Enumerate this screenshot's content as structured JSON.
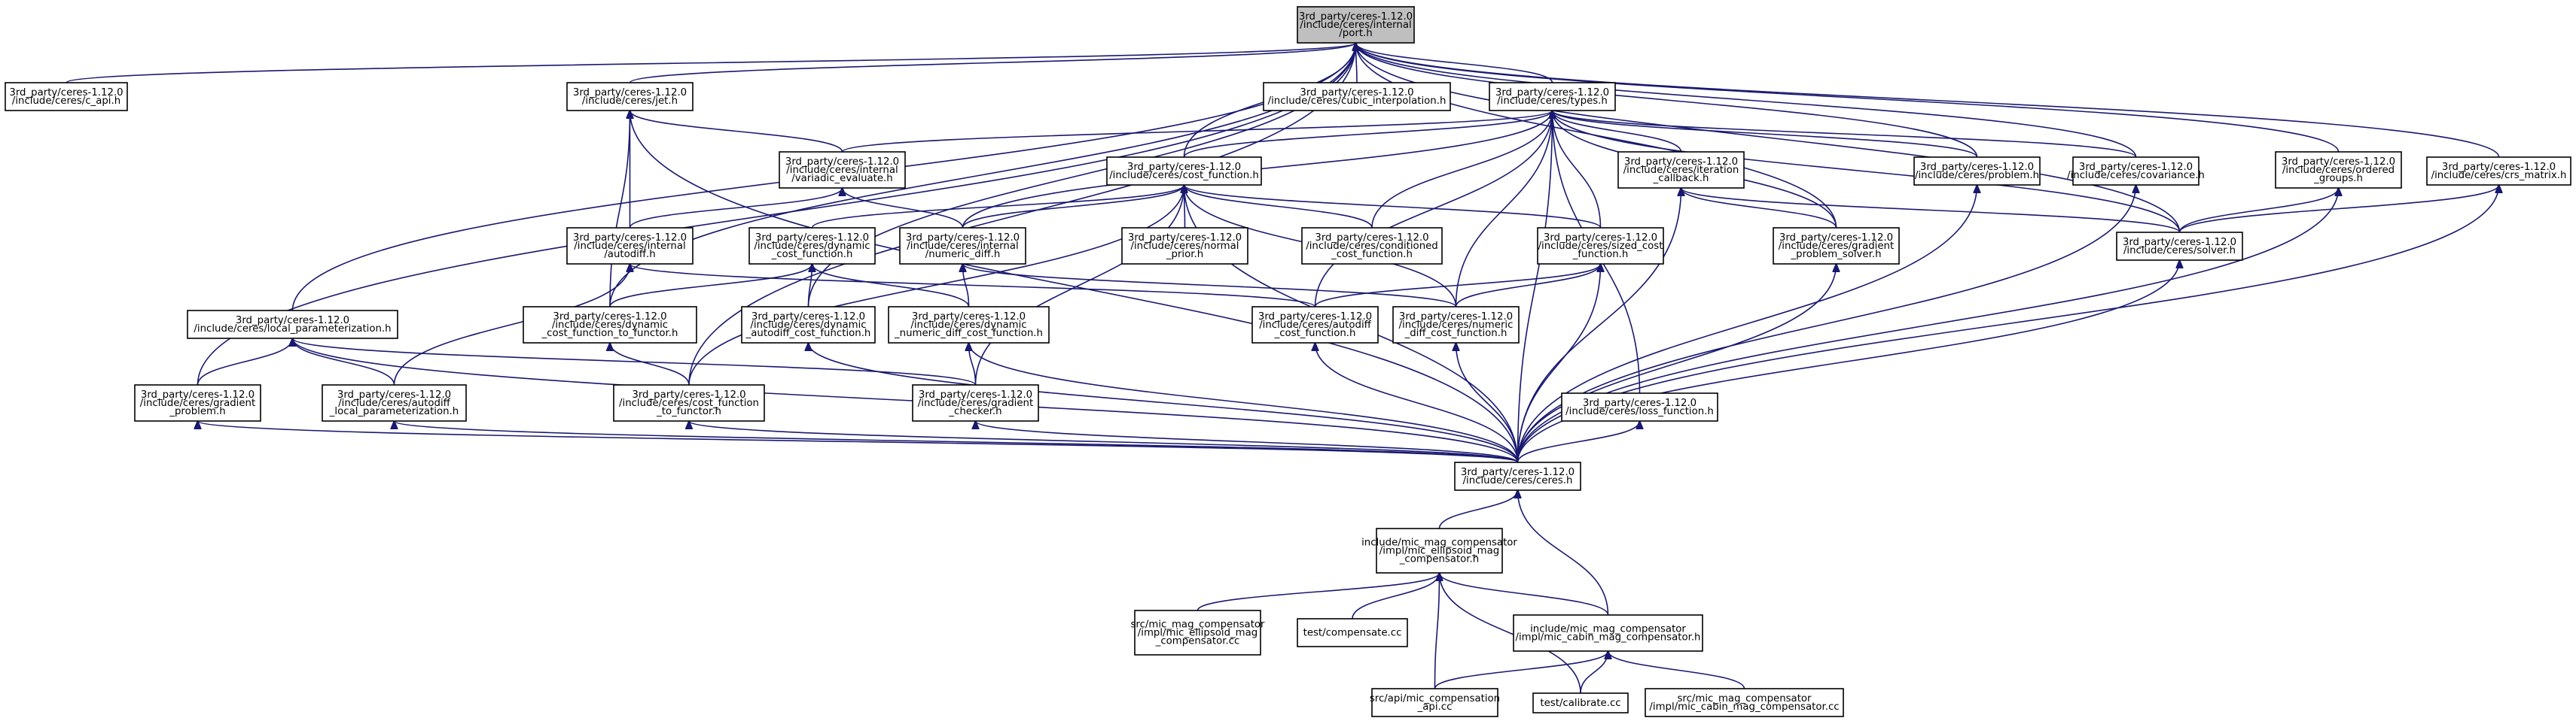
{
  "graph": {
    "colors": {
      "edge": "#191970",
      "node_border": "#000000",
      "root_fill": "#bfbfbf",
      "node_fill": "#ffffff"
    },
    "nodes": [
      {
        "id": "port",
        "lines": [
          "3rd_party/ceres-1.12.0",
          "/include/ceres/internal",
          "/port.h"
        ],
        "root": true
      },
      {
        "id": "c_api",
        "lines": [
          "3rd_party/ceres-1.12.0",
          "/include/ceres/c_api.h"
        ]
      },
      {
        "id": "jet",
        "lines": [
          "3rd_party/ceres-1.12.0",
          "/include/ceres/jet.h"
        ]
      },
      {
        "id": "cubic",
        "lines": [
          "3rd_party/ceres-1.12.0",
          "/include/ceres/cubic_interpolation.h"
        ]
      },
      {
        "id": "types",
        "lines": [
          "3rd_party/ceres-1.12.0",
          "/include/ceres/types.h"
        ]
      },
      {
        "id": "ordered",
        "lines": [
          "3rd_party/ceres-1.12.0",
          "/include/ceres/ordered",
          "_groups.h"
        ]
      },
      {
        "id": "crs",
        "lines": [
          "3rd_party/ceres-1.12.0",
          "/include/ceres/crs_matrix.h"
        ]
      },
      {
        "id": "variadic",
        "lines": [
          "3rd_party/ceres-1.12.0",
          "/include/ceres/internal",
          "/variadic_evaluate.h"
        ]
      },
      {
        "id": "costfn",
        "lines": [
          "3rd_party/ceres-1.12.0",
          "/include/ceres/cost_function.h"
        ]
      },
      {
        "id": "itercb",
        "lines": [
          "3rd_party/ceres-1.12.0",
          "/include/ceres/iteration",
          "_callback.h"
        ]
      },
      {
        "id": "problem",
        "lines": [
          "3rd_party/ceres-1.12.0",
          "/include/ceres/problem.h"
        ]
      },
      {
        "id": "covariance",
        "lines": [
          "3rd_party/ceres-1.12.0",
          "/include/ceres/covariance.h"
        ]
      },
      {
        "id": "autodiffint",
        "lines": [
          "3rd_party/ceres-1.12.0",
          "/include/ceres/internal",
          "/autodiff.h"
        ]
      },
      {
        "id": "dyncost",
        "lines": [
          "3rd_party/ceres-1.12.0",
          "/include/ceres/dynamic",
          "_cost_function.h"
        ]
      },
      {
        "id": "numdiff",
        "lines": [
          "3rd_party/ceres-1.12.0",
          "/include/ceres/internal",
          "/numeric_diff.h"
        ]
      },
      {
        "id": "normalprior",
        "lines": [
          "3rd_party/ceres-1.12.0",
          "/include/ceres/normal",
          "_prior.h"
        ]
      },
      {
        "id": "conditioned",
        "lines": [
          "3rd_party/ceres-1.12.0",
          "/include/ceres/conditioned",
          "_cost_function.h"
        ]
      },
      {
        "id": "sized",
        "lines": [
          "3rd_party/ceres-1.12.0",
          "/include/ceres/sized_cost",
          "_function.h"
        ]
      },
      {
        "id": "gradsolver",
        "lines": [
          "3rd_party/ceres-1.12.0",
          "/include/ceres/gradient",
          "_problem_solver.h"
        ]
      },
      {
        "id": "solver",
        "lines": [
          "3rd_party/ceres-1.12.0",
          "/include/ceres/solver.h"
        ]
      },
      {
        "id": "localparam",
        "lines": [
          "3rd_party/ceres-1.12.0",
          "/include/ceres/local_parameterization.h"
        ]
      },
      {
        "id": "dyn2functor",
        "lines": [
          "3rd_party/ceres-1.12.0",
          "/include/ceres/dynamic",
          "_cost_function_to_functor.h"
        ]
      },
      {
        "id": "dynauto",
        "lines": [
          "3rd_party/ceres-1.12.0",
          "/include/ceres/dynamic",
          "_autodiff_cost_function.h"
        ]
      },
      {
        "id": "dynnum",
        "lines": [
          "3rd_party/ceres-1.12.0",
          "/include/ceres/dynamic",
          "_numeric_diff_cost_function.h"
        ]
      },
      {
        "id": "autodiffcost",
        "lines": [
          "3rd_party/ceres-1.12.0",
          "/include/ceres/autodiff",
          "_cost_function.h"
        ]
      },
      {
        "id": "numcost",
        "lines": [
          "3rd_party/ceres-1.12.0",
          "/include/ceres/numeric",
          "_diff_cost_function.h"
        ]
      },
      {
        "id": "gradproblem",
        "lines": [
          "3rd_party/ceres-1.12.0",
          "/include/ceres/gradient",
          "_problem.h"
        ]
      },
      {
        "id": "autolocal",
        "lines": [
          "3rd_party/ceres-1.12.0",
          "/include/ceres/autodiff",
          "_local_parameterization.h"
        ]
      },
      {
        "id": "cf2functor",
        "lines": [
          "3rd_party/ceres-1.12.0",
          "/include/ceres/cost_function",
          "_to_functor.h"
        ]
      },
      {
        "id": "gradchecker",
        "lines": [
          "3rd_party/ceres-1.12.0",
          "/include/ceres/gradient",
          "_checker.h"
        ]
      },
      {
        "id": "loss",
        "lines": [
          "3rd_party/ceres-1.12.0",
          "/include/ceres/loss_function.h"
        ]
      },
      {
        "id": "ceres",
        "lines": [
          "3rd_party/ceres-1.12.0",
          "/include/ceres/ceres.h"
        ]
      },
      {
        "id": "ellipsoid",
        "lines": [
          "include/mic_mag_compensator",
          "/impl/mic_ellipsoid_mag",
          "_compensator.h"
        ]
      },
      {
        "id": "src_ellipsoid",
        "lines": [
          "src/mic_mag_compensator",
          "/impl/mic_ellipsoid_mag",
          "_compensator.cc"
        ]
      },
      {
        "id": "compensate",
        "lines": [
          "test/compensate.cc"
        ]
      },
      {
        "id": "cabin",
        "lines": [
          "include/mic_mag_compensator",
          "/impl/mic_cabin_mag_compensator.h"
        ]
      },
      {
        "id": "api",
        "lines": [
          "src/api/mic_compensation",
          "_api.cc"
        ]
      },
      {
        "id": "calibrate",
        "lines": [
          "test/calibrate.cc"
        ]
      },
      {
        "id": "src_cabin",
        "lines": [
          "src/mic_mag_compensator",
          "/impl/mic_cabin_mag_compensator.cc"
        ]
      }
    ],
    "edges": [
      [
        "c_api",
        "port"
      ],
      [
        "jet",
        "port"
      ],
      [
        "cubic",
        "port"
      ],
      [
        "types",
        "port"
      ],
      [
        "ordered",
        "port"
      ],
      [
        "crs",
        "port"
      ],
      [
        "costfn",
        "port"
      ],
      [
        "problem",
        "port"
      ],
      [
        "covariance",
        "port"
      ],
      [
        "localparam",
        "port"
      ],
      [
        "dyn2functor",
        "port"
      ],
      [
        "dynauto",
        "port"
      ],
      [
        "gradproblem",
        "port"
      ],
      [
        "cf2functor",
        "port"
      ],
      [
        "gradsolver",
        "port"
      ],
      [
        "solver",
        "port"
      ],
      [
        "autodiffint",
        "jet"
      ],
      [
        "ceres",
        "jet"
      ],
      [
        "variadic",
        "jet"
      ],
      [
        "dyn2functor",
        "jet"
      ],
      [
        "variadic",
        "types"
      ],
      [
        "costfn",
        "types"
      ],
      [
        "itercb",
        "types"
      ],
      [
        "problem",
        "types"
      ],
      [
        "covariance",
        "types"
      ],
      [
        "solver",
        "types"
      ],
      [
        "conditioned",
        "types"
      ],
      [
        "sized",
        "types"
      ],
      [
        "numdiff",
        "types"
      ],
      [
        "gradsolver",
        "types"
      ],
      [
        "autodiffcost",
        "types"
      ],
      [
        "numcost",
        "types"
      ],
      [
        "loss",
        "types"
      ],
      [
        "ceres",
        "types"
      ],
      [
        "autodiffint",
        "variadic"
      ],
      [
        "numdiff",
        "variadic"
      ],
      [
        "dyncost",
        "costfn"
      ],
      [
        "numdiff",
        "costfn"
      ],
      [
        "normalprior",
        "costfn"
      ],
      [
        "conditioned",
        "costfn"
      ],
      [
        "sized",
        "costfn"
      ],
      [
        "gradchecker",
        "costfn"
      ],
      [
        "cf2functor",
        "costfn"
      ],
      [
        "ceres",
        "costfn"
      ],
      [
        "numcost",
        "costfn"
      ],
      [
        "gradsolver",
        "itercb"
      ],
      [
        "solver",
        "itercb"
      ],
      [
        "ceres",
        "itercb"
      ],
      [
        "ceres",
        "problem"
      ],
      [
        "ceres",
        "covariance"
      ],
      [
        "solver",
        "ordered"
      ],
      [
        "ceres",
        "ordered"
      ],
      [
        "solver",
        "crs"
      ],
      [
        "ceres",
        "crs"
      ],
      [
        "dyn2functor",
        "dyncost"
      ],
      [
        "dynauto",
        "dyncost"
      ],
      [
        "dynnum",
        "dyncost"
      ],
      [
        "dynnum",
        "numdiff"
      ],
      [
        "numcost",
        "numdiff"
      ],
      [
        "autodiffcost",
        "autodiffint"
      ],
      [
        "autolocal",
        "autodiffint"
      ],
      [
        "autodiffcost",
        "sized"
      ],
      [
        "numcost",
        "sized"
      ],
      [
        "ceres",
        "sized"
      ],
      [
        "ceres",
        "gradsolver"
      ],
      [
        "ceres",
        "solver"
      ],
      [
        "gradproblem",
        "localparam"
      ],
      [
        "autolocal",
        "localparam"
      ],
      [
        "gradchecker",
        "localparam"
      ],
      [
        "ceres",
        "localparam"
      ],
      [
        "cf2functor",
        "dyn2functor"
      ],
      [
        "ceres",
        "dynauto"
      ],
      [
        "ceres",
        "dynnum"
      ],
      [
        "gradchecker",
        "dynnum"
      ],
      [
        "ceres",
        "autodiffcost"
      ],
      [
        "ceres",
        "numcost"
      ],
      [
        "ceres",
        "gradproblem"
      ],
      [
        "ceres",
        "autolocal"
      ],
      [
        "ceres",
        "cf2functor"
      ],
      [
        "ceres",
        "gradchecker"
      ],
      [
        "ceres",
        "loss"
      ],
      [
        "ellipsoid",
        "ceres"
      ],
      [
        "cabin",
        "ceres"
      ],
      [
        "src_ellipsoid",
        "ellipsoid"
      ],
      [
        "compensate",
        "ellipsoid"
      ],
      [
        "cabin",
        "ellipsoid"
      ],
      [
        "api",
        "ellipsoid"
      ],
      [
        "calibrate",
        "ellipsoid"
      ],
      [
        "api",
        "cabin"
      ],
      [
        "calibrate",
        "cabin"
      ],
      [
        "src_cabin",
        "cabin"
      ]
    ]
  }
}
